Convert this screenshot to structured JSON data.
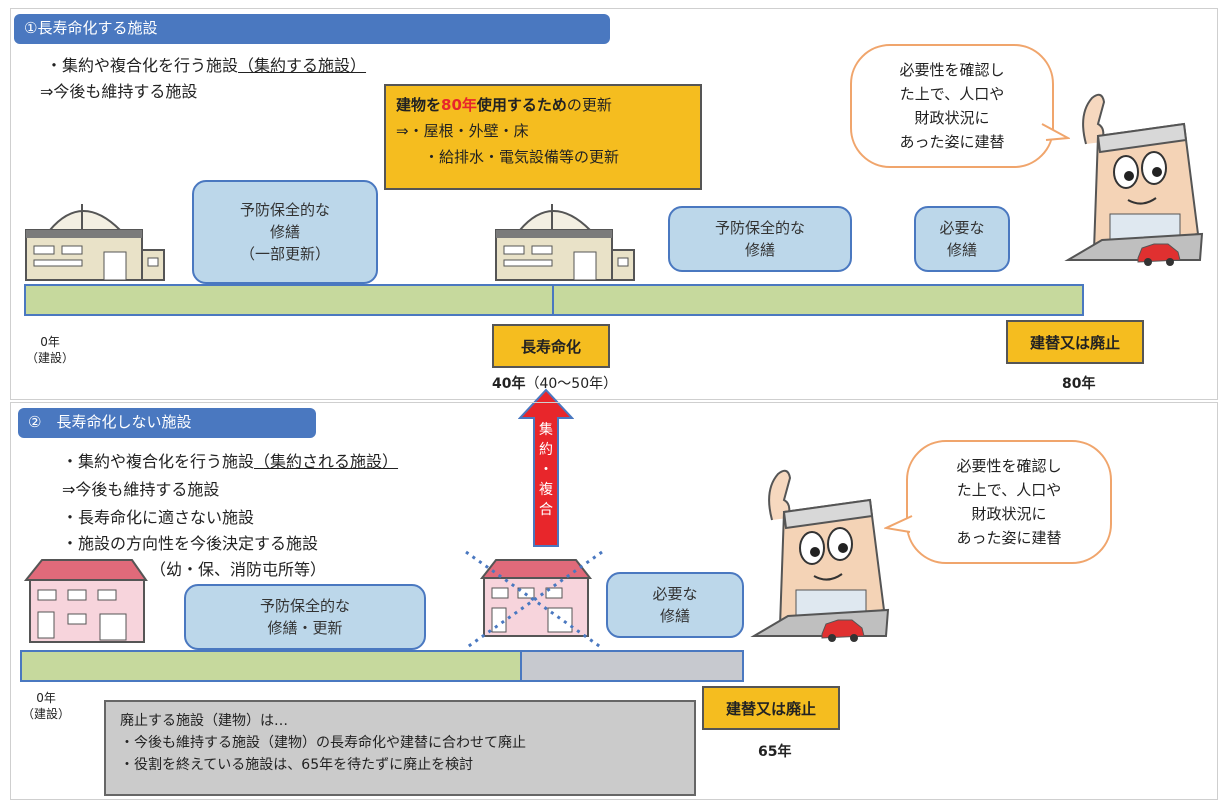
{
  "section1": {
    "title": "①長寿命化する施設",
    "line1": "・集約や複合化を行う施設",
    "line1_underlined": "（集約する施設）",
    "line2": "⇒今後も維持する施設",
    "update_box": {
      "line1_pre": "建物を",
      "line1_red": "80年",
      "line1_bold": "使用するため",
      "line1_post": "の更新",
      "line2": "⇒・屋根・外壁・床",
      "line3": "・給排水・電気設備等の更新"
    },
    "bubble1": [
      "予防保全的な",
      "修繕",
      "（一部更新）"
    ],
    "bubble2": [
      "予防保全的な",
      "修繕"
    ],
    "bubble3": [
      "必要な",
      "修繕"
    ],
    "speech": [
      "必要性を確認し",
      "た上で、人口や",
      "財政状況に",
      "あった姿に建替"
    ],
    "start_label": [
      "0年",
      "（建設）"
    ],
    "mid_box": "長寿命化",
    "mid_year": "40年",
    "mid_range": "（40～50年）",
    "end_box": "建替又は廃止",
    "end_year": "80年"
  },
  "arrow_label": [
    "集",
    "約",
    "・",
    "複",
    "合"
  ],
  "section2": {
    "title": "②　長寿命化しない施設",
    "lines": [
      "・集約や複合化を行う施設",
      "⇒今後も維持する施設",
      "・長寿命化に適さない施設",
      "・施設の方向性を今後決定する施設",
      "（幼・保、消防屯所等）"
    ],
    "line1_underlined": "（集約される施設）",
    "bubble1": [
      "予防保全的な",
      "修繕・更新"
    ],
    "bubble2": [
      "必要な",
      "修繕"
    ],
    "speech": [
      "必要性を確認し",
      "た上で、人口や",
      "財政状況に",
      "あった姿に建替"
    ],
    "start_label": [
      "0年",
      "（建設）"
    ],
    "end_box": "建替又は廃止",
    "end_year": "65年",
    "note": [
      "廃止する施設（建物）は…",
      "・今後も維持する施設（建物）の長寿命化や建替に合わせて廃止",
      "・役割を終えている施設は、65年を待たずに廃止を検討"
    ]
  },
  "colors": {
    "title_bar": "#4a78c0",
    "bubble_fill": "#bcd7ea",
    "bar_green": "#c6d99d",
    "bar_grey": "#c7c9cf",
    "yellow": "#f5bd1f",
    "arrow_red": "#e8262b",
    "speech_border": "#f0a56c"
  },
  "icons": [
    "public-building-icon",
    "house-icon",
    "mascot-building-icon",
    "car-icon"
  ]
}
